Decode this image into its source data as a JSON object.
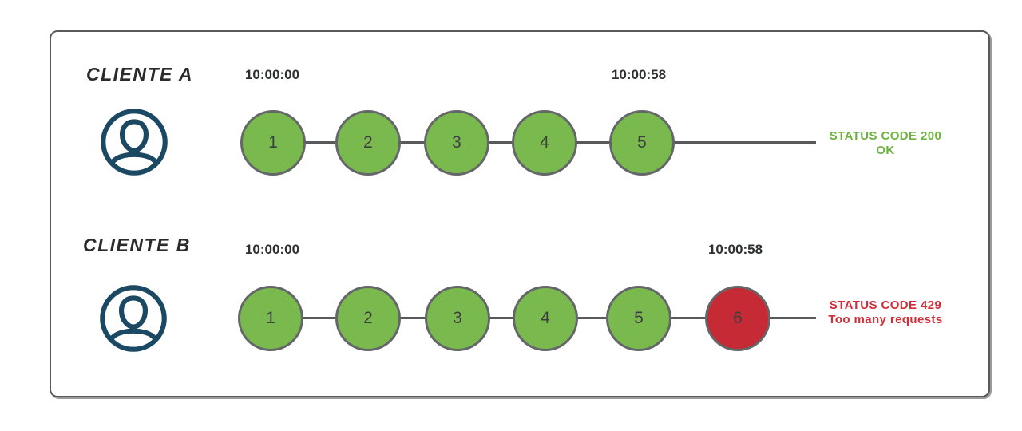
{
  "colors": {
    "frame_border": "#58595b",
    "connector_line": "#58595b",
    "node_success_fill": "#79b94e",
    "node_error_fill": "#c62a35",
    "node_border": "#646669",
    "node_number_text": "#3d3e40",
    "status_success_text": "#6db33f",
    "status_error_text": "#d22d38",
    "avatar_icon_color": "#1b4862",
    "timestamp_text": "#2f3032",
    "client_label_text": "#2b2b2b"
  },
  "icons": {
    "client_a": "user-avatar-icon",
    "client_b": "user-avatar-icon"
  },
  "rows": [
    {
      "client": "CLIENTE A",
      "start_time": "10:00:00",
      "end_time": "10:00:58",
      "requests": [
        "1",
        "2",
        "3",
        "4",
        "5"
      ],
      "request_status": [
        "success",
        "success",
        "success",
        "success",
        "success"
      ],
      "status_code_line": "STATUS CODE 200",
      "status_desc_line": "OK"
    },
    {
      "client": "CLIENTE B",
      "start_time": "10:00:00",
      "end_time": "10:00:58",
      "requests": [
        "1",
        "2",
        "3",
        "4",
        "5",
        "6"
      ],
      "request_status": [
        "success",
        "success",
        "success",
        "success",
        "success",
        "error"
      ],
      "status_code_line": "STATUS CODE 429",
      "status_desc_line": "Too many requests"
    }
  ]
}
